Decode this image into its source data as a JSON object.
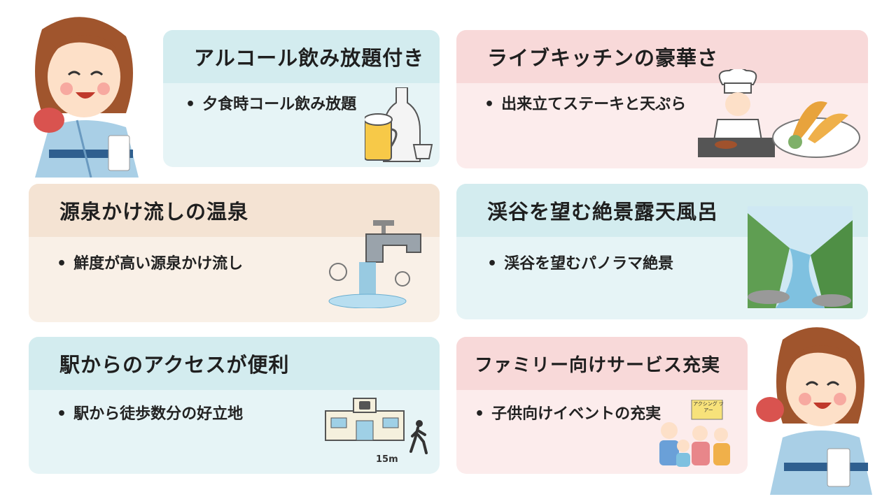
{
  "cards": [
    {
      "title": "アルコール飲み放題付き",
      "bullet": "夕食時コール飲み放題"
    },
    {
      "title": "ライブキッチンの豪華さ",
      "bullet": "出来立てステーキと天ぷら"
    },
    {
      "title": "源泉かけ流しの温泉",
      "bullet": "鮮度が高い源泉かけ流し"
    },
    {
      "title": "渓谷を望む絶景露天風呂",
      "bullet": "渓谷を望むパノラマ絶景"
    },
    {
      "title": "駅からのアクセスが便利",
      "bullet": "駅から徒歩数分の好立地"
    },
    {
      "title": "ファミリー向けサービス充実",
      "bullet": "子供向けイベントの充実"
    }
  ],
  "station": {
    "distance": "15m"
  },
  "family": {
    "sign": "アクシング ツアー"
  },
  "icons": [
    "woman-icon",
    "beer-sake-icon",
    "chef-icon",
    "tempura-icon",
    "faucet-icon",
    "valley-icon",
    "station-icon",
    "walker-icon",
    "family-icon"
  ],
  "colors": {
    "blue": "#e6f4f6",
    "pink": "#fcecec",
    "beige": "#f9f0e7"
  }
}
